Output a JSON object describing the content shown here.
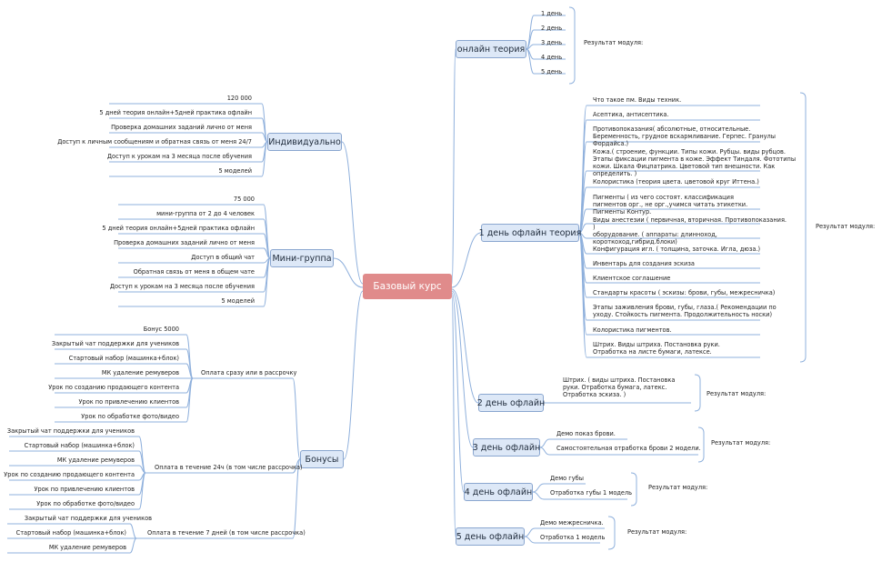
{
  "root": "Базовый курс",
  "result": "Результат модуля:",
  "online": {
    "title": "онлайн теория",
    "days": [
      "1 день",
      "2 день",
      "3 день",
      "4 день",
      "5 день"
    ]
  },
  "d1": {
    "title": "1 день офлайн теория",
    "items": [
      "Что такое пм. Виды техник.",
      "Асептика, антисептика.",
      "Противопоказания( абсолютные, относительные.  Беременность, грудное вскармливание.  Герпес. Гранулы Фордайса.)",
      "Кожа.( строение, функции. Типы кожи. Рубцы.  виды рубцов. Этапы фиксации пигмента в коже. Эффект Тиндаля. Фототипы кожи. Шкала Фицпатрика. Цветовой тип внешности. Как определить. )",
      " Колористика (теория цвета. цветовой круг Иттена.)",
      "Пигменты ( из чего состоят. классификация пигментов орг., не орг.,учимся читать этикетки. Пигменты Контур.",
      "Виды анестезии ( первичная,  вторичная. Противопоказания. )",
      "оборудование. ( аппараты: длинноход, короткоход,гибрид.блоки)",
      " Конфигурация игл. ( толщина, заточка. Игла, дюза.)",
      "Инвентарь для создания эскиза",
      "Клиентское соглашение",
      "Стандарты красоты ( эскизы: брови,  губы,  межресничка)",
      "Этапы заживления брови,  губы,  глаза.( Рекомендации по уходу. Стойкость пигмента. Продолжительность носки)",
      "Колористика пигментов.",
      " Штрих. Виды штриха. Постановка руки. Отработка на листе бумаги, латексе."
    ]
  },
  "d2": {
    "title": "2 день офлайн",
    "items": [
      "Штрих. ( виды штриха. Постановка руки. Отработка бумага, латекс. Отработка эскиза. )"
    ]
  },
  "d3": {
    "title": "3 день офлайн",
    "items": [
      "Демо показ брови.",
      "Самостоятельная отработка брови 2 модели."
    ]
  },
  "d4": {
    "title": "4 день офлайн",
    "items": [
      "Демо губы",
      "Отработка губы 1 модель"
    ]
  },
  "d5": {
    "title": "5 день офлайн",
    "items": [
      "Демо межресничка.",
      "Отработка 1 модель"
    ]
  },
  "ind": {
    "title": "Индивидуально",
    "items": [
      "120 000",
      "5 дней теория онлайн+5дней практика офлайн",
      "Проверка домашних заданий лично от меня",
      "Доступ к личным сообщениям и обратная связь от меня 24/7",
      "Доступ к урокам на 3 месяца после обучения",
      "5 моделей"
    ]
  },
  "mini": {
    "title": "Мини-группа",
    "items": [
      "75 000",
      "мини-группа от 2 до 4 человек",
      "5 дней теория онлайн+5дней практика офлайн",
      "Проверка домашних заданий лично от меня",
      "Доступ в общий чат",
      "Обратная связь от меня в общем чате",
      "Доступ к урокам на 3 месяца после обучения",
      "5 моделей"
    ]
  },
  "bon": {
    "title": "Бонусы",
    "groups": [
      {
        "label": "Оплата сразу или в рассрочку",
        "items": [
          "Бонус 5000",
          "Закрытый чат поддержки для учеников",
          "Стартовый набор (машинка+блок)",
          "МК удаление ремуверов",
          "Урок по созданию продающего контента",
          "Урок по привлечению клиентов",
          "Урок по обработке фото/видео"
        ]
      },
      {
        "label": "Оплата в течение 24ч (в том числе рассрочка)",
        "items": [
          "Закрытый чат поддержки для учеников",
          "Стартовый набор (машинка+блок)",
          "МК удаление ремуверов",
          "Урок по созданию продающего контента",
          "Урок по привлечению клиентов",
          "Урок по обработке фото/видео"
        ]
      },
      {
        "label": "Оплата в течение 7 дней (в том числе рассрочка)",
        "items": [
          "Закрытый чат поддержки для учеников",
          "Стартовый набор (машинка+блок)",
          "МК удаление ремуверов"
        ]
      }
    ]
  }
}
